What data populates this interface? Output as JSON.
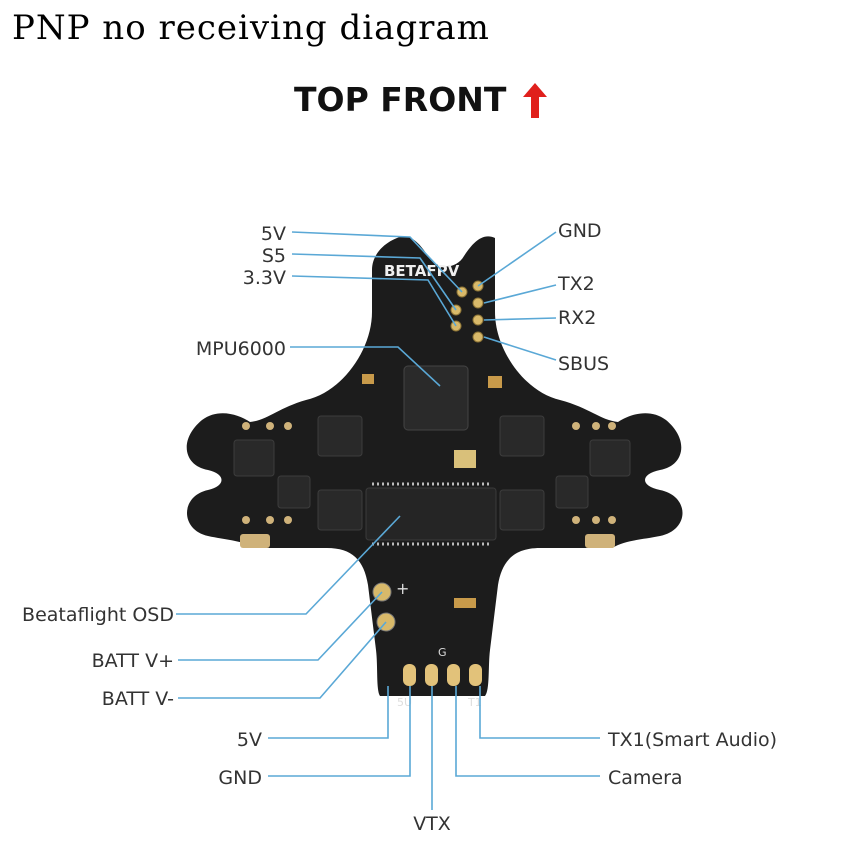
{
  "title": "PNP no receiving diagram",
  "orientation": {
    "label": "TOP FRONT",
    "arrow_color": "#e0201c"
  },
  "board": {
    "brand": "BETAFPV",
    "pad_marks": [
      "+",
      "G",
      "5U",
      "T1"
    ]
  },
  "callouts": {
    "top_left": [
      "5V",
      "S5",
      "3.3V"
    ],
    "top_right": [
      "GND",
      "TX2",
      "RX2",
      "SBUS"
    ],
    "mid_left": [
      "MPU6000"
    ],
    "lower_left": [
      "Beataflight OSD",
      "BATT V+",
      "BATT V-"
    ],
    "bottom_left": [
      "5V",
      "GND"
    ],
    "bottom_right": [
      "TX1(Smart Audio)",
      "Camera"
    ],
    "bottom_center": [
      "VTX"
    ]
  },
  "colors": {
    "leader_line": "#5aa8d6",
    "board": "#1c1c1c",
    "pad": "#d8b96a",
    "label": "#333333"
  }
}
